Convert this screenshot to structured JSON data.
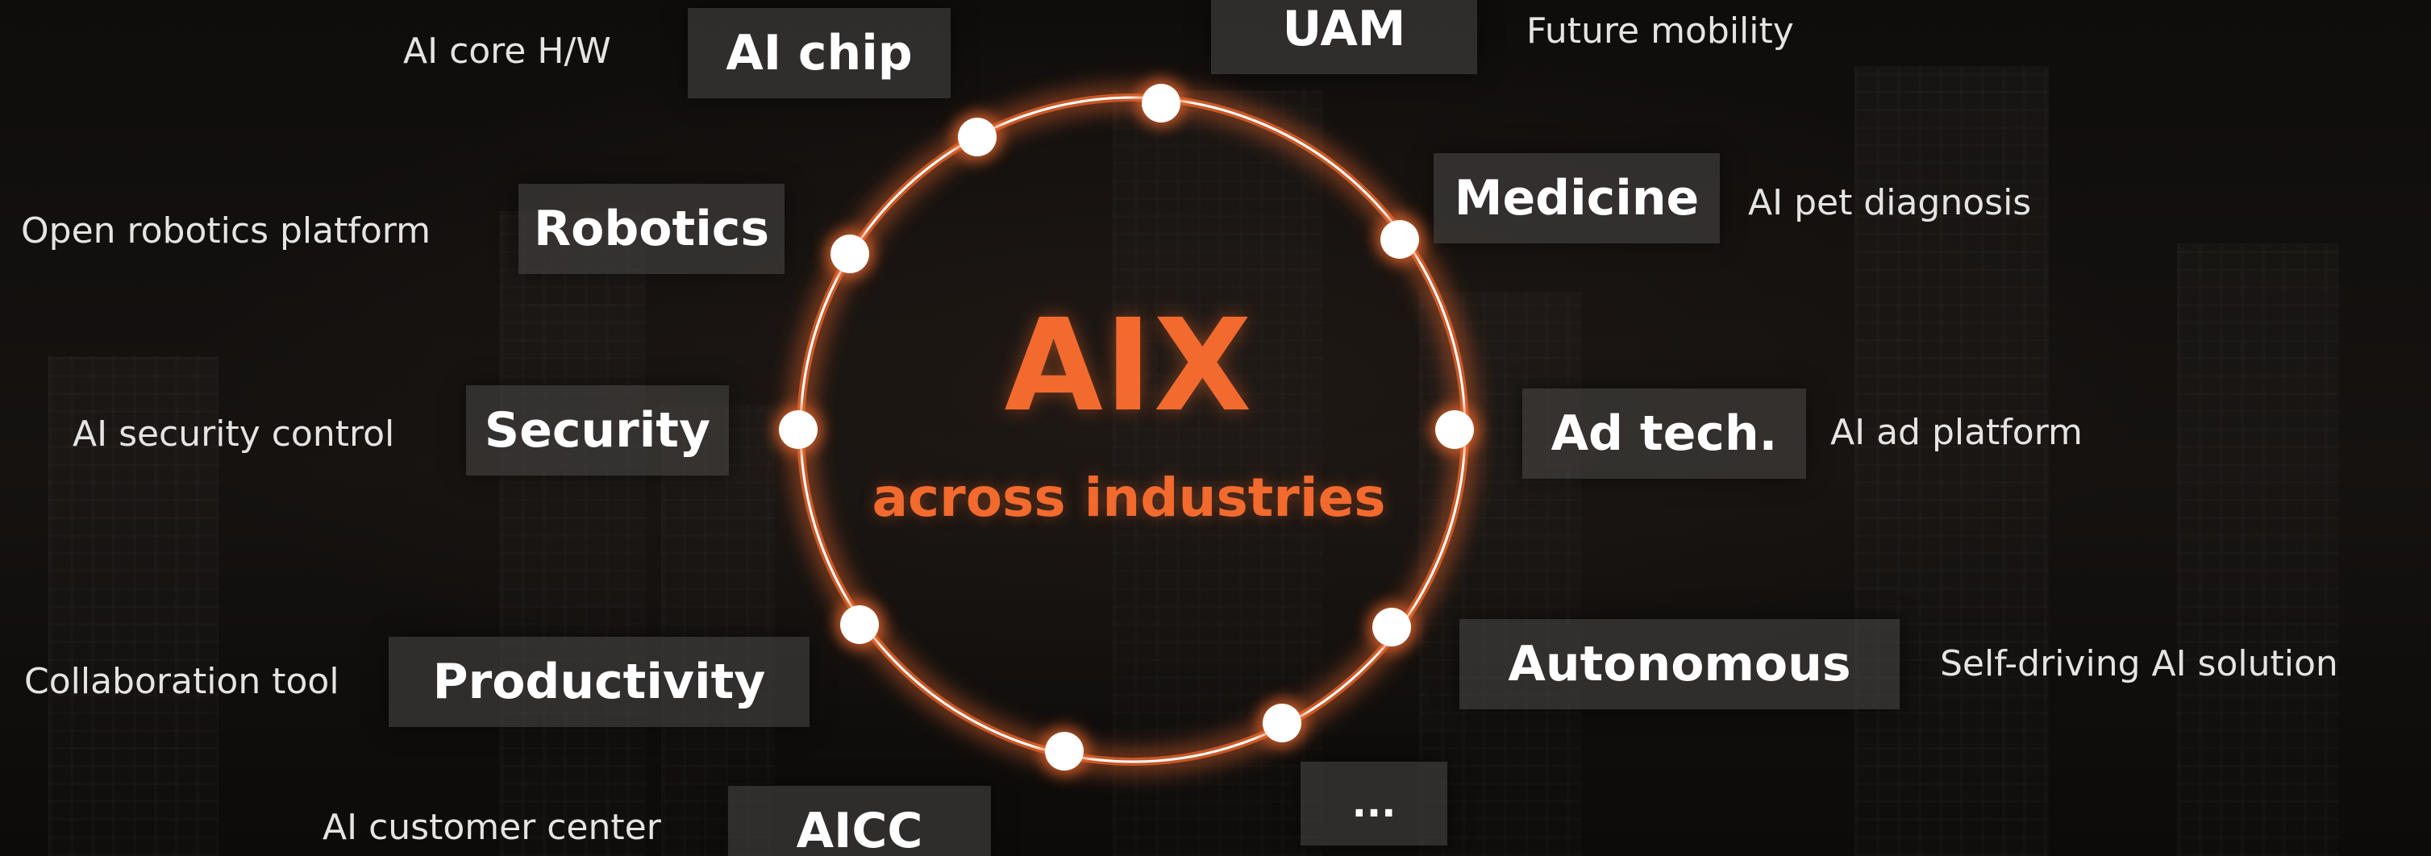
{
  "center": {
    "title": "AIX",
    "subtitle": "across industries"
  },
  "colors": {
    "accent": "#f26a2e",
    "ring": "#ffffff",
    "node": "#ffffff",
    "tile_bg": "#44424099"
  },
  "sectors": {
    "ai_chip": {
      "label": "AI chip",
      "desc": "AI core H/W"
    },
    "uam": {
      "label": "UAM",
      "desc": "Future mobility"
    },
    "robotics": {
      "label": "Robotics",
      "desc": "Open robotics platform"
    },
    "medicine": {
      "label": "Medicine",
      "desc": "AI pet diagnosis"
    },
    "security": {
      "label": "Security",
      "desc": "AI security control"
    },
    "ad_tech": {
      "label": "Ad tech.",
      "desc": "AI ad platform"
    },
    "productivity": {
      "label": "Productivity",
      "desc": "Collaboration tool"
    },
    "autonomous": {
      "label": "Autonomous",
      "desc": "Self-driving AI solution"
    },
    "aicc": {
      "label": "AICC",
      "desc": "AI customer center"
    },
    "more": {
      "label": "..."
    }
  }
}
